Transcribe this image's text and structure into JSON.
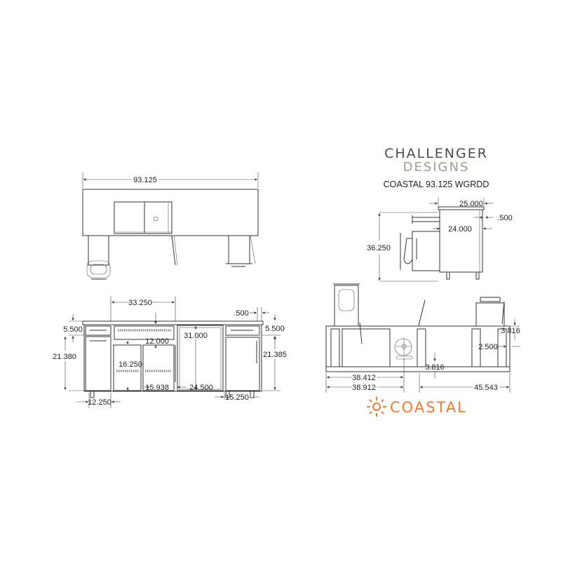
{
  "branding": {
    "company_line1": "CHALLENGER",
    "company_line2": "DESIGNS",
    "model": "COASTAL 93.125 WGRDD",
    "product_logo": "COASTAL",
    "product_logo_icon": "sun-icon",
    "colors": {
      "challenger": "#4a4a4d",
      "designs": "#a39b8e",
      "coastal": "#f07a30",
      "lines": "#333333"
    }
  },
  "top_view": {
    "overall_width": "93.125"
  },
  "front_view": {
    "center_width": "33.250",
    "top_overhang": ".500",
    "drawer_left": "5.500",
    "drawer_right": "5.500",
    "door_left_height": "21.380",
    "door_right_height": "21.385",
    "middle_upper": "12.000",
    "middle_door_height": "16.250",
    "fridge_height": "31.000",
    "middle_door_width": "15.938",
    "fridge_width": "24.500",
    "left_cabinet_width": "12.250",
    "right_cabinet_width": "15.250"
  },
  "side_view": {
    "height": "36.250",
    "top_depth": "25.000",
    "overhang": ".500",
    "body_depth": "24.000"
  },
  "rear_view": {
    "dim_a": "38.412",
    "dim_b": "38.912",
    "dim_c": "45.543",
    "dim_d": "3.816",
    "dim_e": "2.500",
    "dim_f": "3.816"
  }
}
